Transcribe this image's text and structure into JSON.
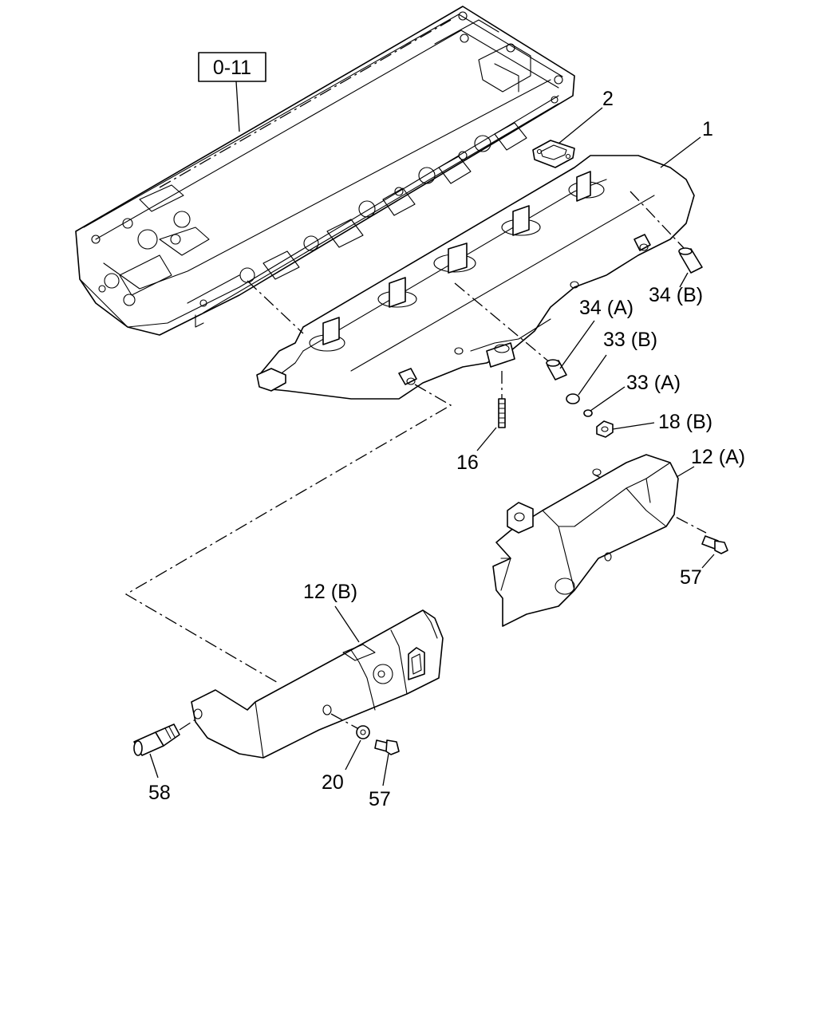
{
  "ref_box": "0-11",
  "callouts": {
    "c1": "1",
    "c2": "2",
    "c34b": "34 (B)",
    "c34a": "34 (A)",
    "c33b": "33 (B)",
    "c33a": "33 (A)",
    "c18b": "18 (B)",
    "c16": "16",
    "c12a": "12 (A)",
    "c57a": "57",
    "c12b": "12 (B)",
    "c58": "58",
    "c20": "20",
    "c57b": "57"
  }
}
